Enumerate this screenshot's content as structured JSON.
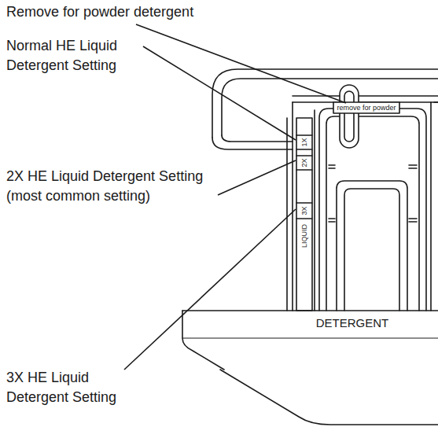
{
  "diagram": {
    "labels": [
      "Remove for powder detergent",
      "Normal HE Liquid Detergent Setting",
      "2X HE Liquid Detergent Setting (most common setting)",
      "3X HE Liquid Detergent Setting",
      "remove for powder",
      "1X",
      "2X",
      "3X",
      "LIQUID",
      "DETERGENT"
    ]
  }
}
